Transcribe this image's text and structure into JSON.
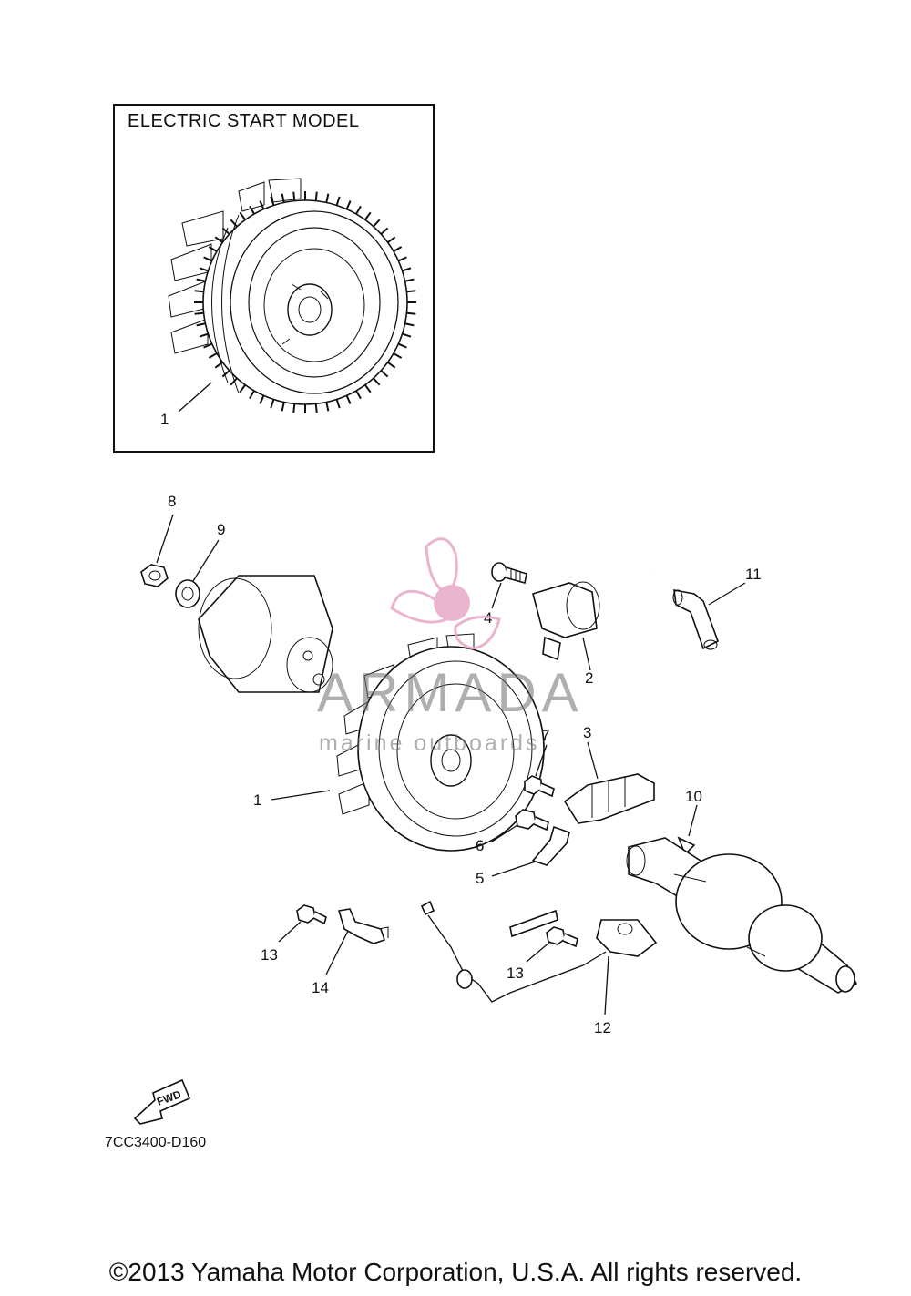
{
  "inset": {
    "title": "ELECTRIC START MODEL",
    "callout": "1"
  },
  "callouts": {
    "c1": "1",
    "c2": "2",
    "c3": "3",
    "c4": "4",
    "c5": "5",
    "c6": "6",
    "c7": "7",
    "c8": "8",
    "c9": "9",
    "c10": "10",
    "c11": "11",
    "c12": "12",
    "c13a": "13",
    "c13b": "13",
    "c14": "14"
  },
  "fwd_arrow": {
    "label": "FWD"
  },
  "drawing_number": "7CC3400-D160",
  "watermark": {
    "name": "ARMADA",
    "subtitle": "marine outboards",
    "logo_color": "#e8a7c6",
    "text_color": "#6e6e6e"
  },
  "copyright": "©2013 Yamaha Motor Corporation, U.S.A. All rights reserved."
}
